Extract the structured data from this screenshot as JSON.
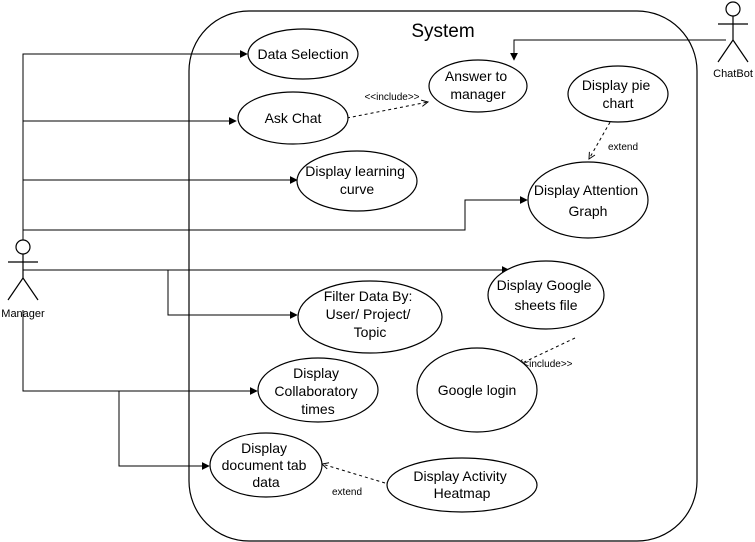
{
  "system": {
    "title": "System"
  },
  "actors": {
    "manager": "Manager",
    "chatbot": "ChatBot"
  },
  "use_cases": {
    "data_selection": [
      "Data Selection"
    ],
    "ask_chat": [
      "Ask Chat"
    ],
    "answer_to_manager": [
      "Answer to",
      "manager"
    ],
    "display_pie_chart": [
      "Display pie",
      "chart"
    ],
    "display_learning_curve": [
      "Display learning",
      "curve"
    ],
    "display_attention_graph": [
      "Display Attention",
      "Graph"
    ],
    "display_google_sheets": [
      "Display Google",
      "sheets file"
    ],
    "filter_data": [
      "Filter Data By:",
      "User/ Project/",
      "Topic"
    ],
    "google_login": [
      "Google login"
    ],
    "display_collab_times": [
      "Display",
      "Collaboratory",
      "times"
    ],
    "display_document_tab": [
      "Display",
      "document tab",
      "data"
    ],
    "display_activity_heatmap": [
      "Display Activity",
      "Heatmap"
    ]
  },
  "relations": {
    "include_chat": "<<include>>",
    "include_google": "<<include>>",
    "extend_pie": "extend",
    "extend_heatmap": "extend"
  }
}
